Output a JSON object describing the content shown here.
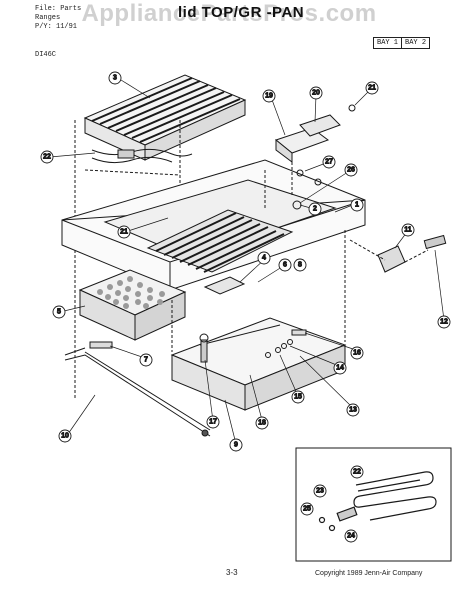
{
  "header": {
    "file_lines": [
      "File: Parts",
      "Ranges",
      "P/Y: 11/91"
    ],
    "title": "lid TOP/GR  -PAN",
    "model": "DI46C",
    "bay": [
      "BAY 1",
      "BAY 2"
    ]
  },
  "watermark": "AppliancePartsPros.com",
  "footer": {
    "page_number": "3-3",
    "copyright": "Copyright 1989 Jenn-Air Company"
  },
  "callouts": [
    "1",
    "2",
    "3",
    "4",
    "5",
    "6",
    "7",
    "8",
    "9",
    "10",
    "11",
    "12",
    "13",
    "14",
    "15",
    "16",
    "17",
    "18",
    "19",
    "20",
    "21",
    "21",
    "22",
    "22",
    "23",
    "24",
    "25",
    "26",
    "27"
  ],
  "colors": {
    "line": "#1a1a1a",
    "watermark": "#969696"
  }
}
